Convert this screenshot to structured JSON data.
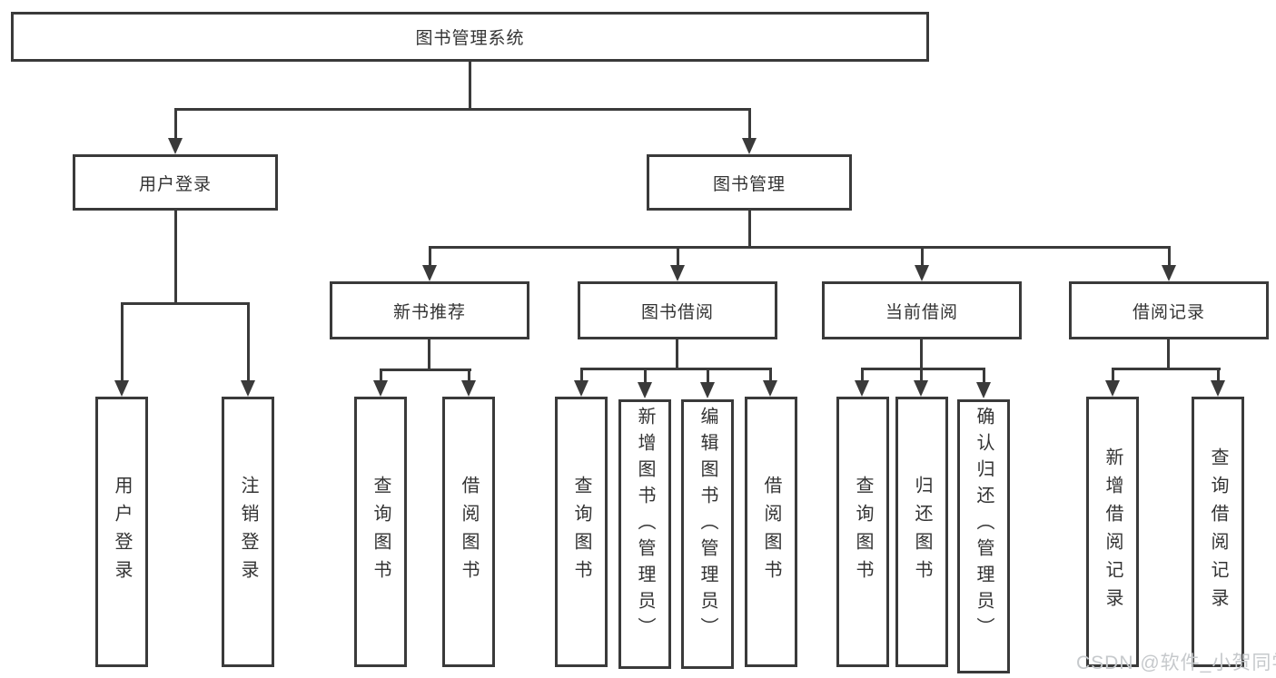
{
  "diagram": {
    "type": "hierarchy-tree",
    "title": "图书管理系统"
  },
  "tree": {
    "label": "图书管理系统",
    "children": [
      {
        "label": "用户登录",
        "children": [
          {
            "label": "用户登录"
          },
          {
            "label": "注销登录"
          }
        ]
      },
      {
        "label": "图书管理",
        "children": [
          {
            "label": "新书推荐",
            "children": [
              {
                "label": "查询图书"
              },
              {
                "label": "借阅图书"
              }
            ]
          },
          {
            "label": "图书借阅",
            "children": [
              {
                "label": "查询图书"
              },
              {
                "label": "新增图书（管理员）"
              },
              {
                "label": "编辑图书（管理员）"
              },
              {
                "label": "借阅图书"
              }
            ]
          },
          {
            "label": "当前借阅",
            "children": [
              {
                "label": "查询图书"
              },
              {
                "label": "归还图书"
              },
              {
                "label": "确认归还（管理员）"
              }
            ]
          },
          {
            "label": "借阅记录",
            "children": [
              {
                "label": "新增借阅记录"
              },
              {
                "label": "查询借阅记录"
              }
            ]
          }
        ]
      }
    ]
  },
  "watermark": "CSDN @软件_小贺同学",
  "colors": {
    "line": "#3a3a3a",
    "text": "#333333",
    "watermark": "#c6c9cc",
    "background": "#ffffff"
  }
}
